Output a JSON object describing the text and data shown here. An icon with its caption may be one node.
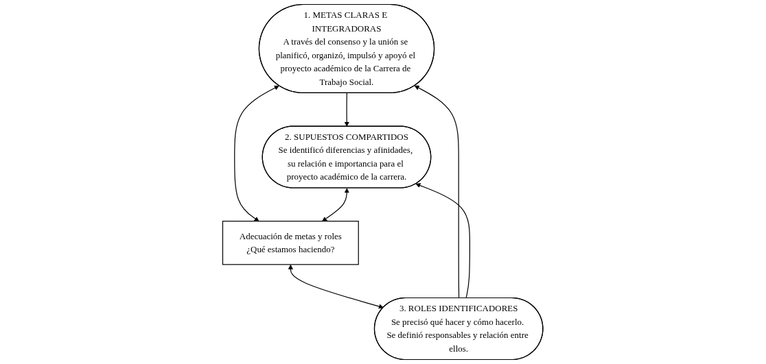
{
  "diagram": {
    "nodes": [
      {
        "text": [
          "1. METAS CLARAS E INTEGRADORAS",
          "A través del consenso y la unión se planificó, organizó, impulsó y apoyó el proyecto académico de la Carrera de Trabajo Social."
        ]
      },
      {
        "text": [
          "2. SUPUESTOS COMPARTIDOS",
          "Se identificó diferencias y afinidades, su relación e importancia para el proyecto académico de la carrera."
        ]
      },
      {
        "text": [
          "Adecuación de metas y roles",
          "¿Qué estamos haciendo?"
        ]
      },
      {
        "text": [
          "3. ROLES IDENTIFICADORES",
          "Se precisó qué hacer y cómo hacerlo. Se definió responsables y relación entre ellos."
        ]
      }
    ],
    "edges": [
      {
        "from": 0,
        "to": 1,
        "arrow": "to"
      },
      {
        "from": 0,
        "to": 2,
        "arrow": "both"
      },
      {
        "from": 1,
        "to": 2,
        "arrow": "both"
      },
      {
        "from": 2,
        "to": 3,
        "arrow": "both"
      },
      {
        "from": 3,
        "to": 0,
        "arrow": "to"
      },
      {
        "from": 3,
        "to": 1,
        "arrow": "to"
      }
    ]
  }
}
